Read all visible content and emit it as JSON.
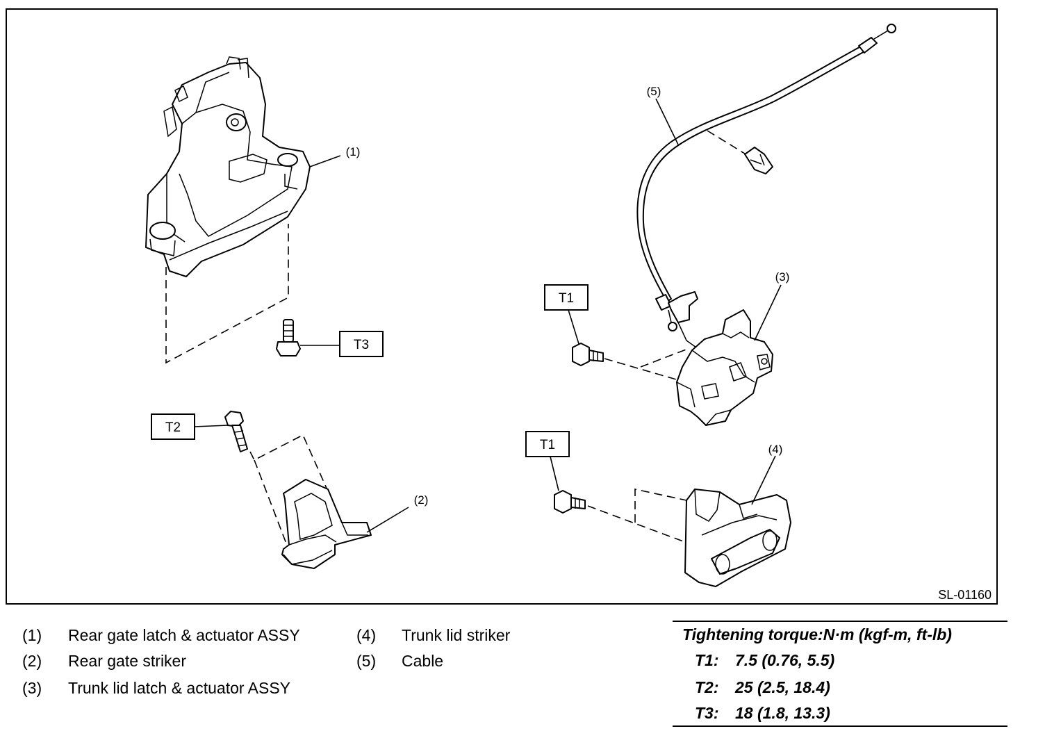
{
  "figure": {
    "code": "SL-01160",
    "callouts": {
      "c1": "(1)",
      "c2": "(2)",
      "c3": "(3)",
      "c4": "(4)",
      "c5": "(5)"
    },
    "torque_boxes": {
      "t3": "T3",
      "t2": "T2",
      "t1_top": "T1",
      "t1_bottom": "T1"
    }
  },
  "legend": {
    "items": [
      {
        "num": "(1)",
        "name": "Rear gate latch & actuator ASSY"
      },
      {
        "num": "(2)",
        "name": "Rear gate striker"
      },
      {
        "num": "(3)",
        "name": "Trunk lid latch & actuator ASSY"
      },
      {
        "num": "(4)",
        "name": "Trunk lid striker"
      },
      {
        "num": "(5)",
        "name": "Cable"
      }
    ]
  },
  "torque": {
    "heading": "Tightening torque:N·m (kgf-m, ft-lb)",
    "rows": [
      {
        "key": "T1:",
        "value": "7.5 (0.76, 5.5)"
      },
      {
        "key": "T2:",
        "value": "25 (2.5, 18.4)"
      },
      {
        "key": "T3:",
        "value": "18 (1.8, 13.3)"
      }
    ]
  }
}
